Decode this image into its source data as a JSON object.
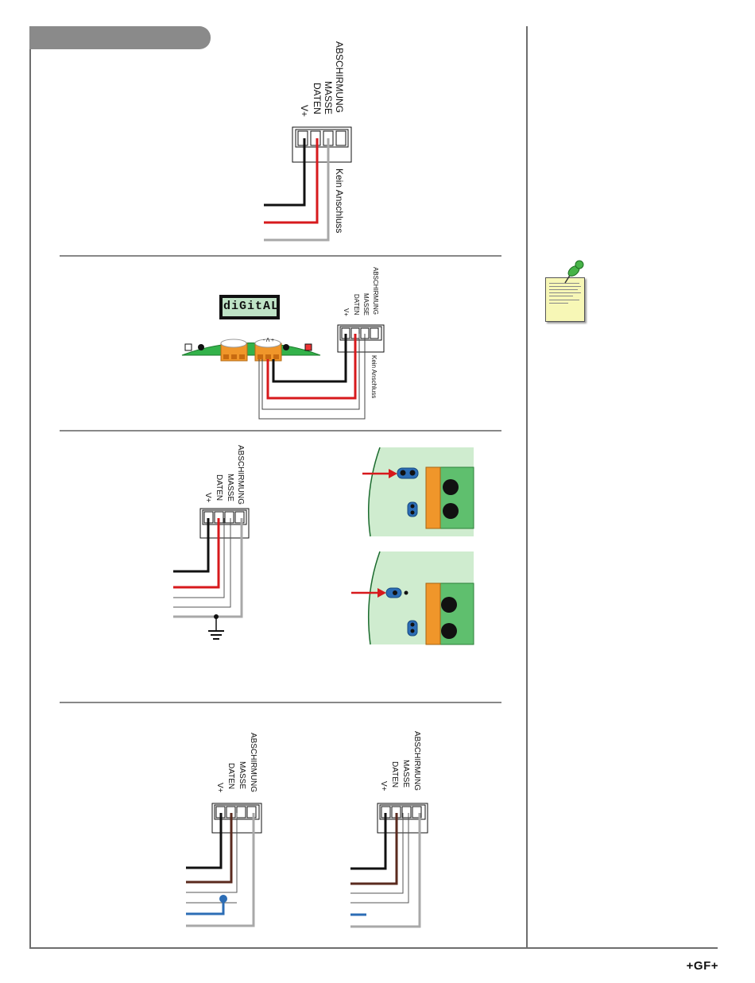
{
  "terminal_labels": [
    "ABSCHIRMUNG",
    "MASSE",
    "DATEN",
    "V+"
  ],
  "no_connection_label": "Kein Anschluss",
  "display_text": "diGitAL",
  "polarity_symbols": "- Λ +",
  "footer": {
    "logo": "+GF+"
  },
  "colors": {
    "wire_black": "#111111",
    "wire_red": "#d7191c",
    "wire_gray": "#a8a8a8",
    "wire_brown": "#5a2a1e",
    "wire_blue": "#2c6db5",
    "board_green": "#33b24a",
    "connector_orange": "#f0962a",
    "display_green": "#bfe3c6",
    "jumper_blue": "#2c6db5",
    "panel_bg": "#cfeccf"
  },
  "icons": [
    "pushpin-icon",
    "ground-symbol-icon"
  ]
}
